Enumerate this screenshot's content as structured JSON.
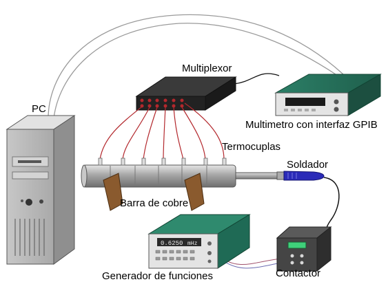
{
  "labels": {
    "pc": "PC",
    "multiplexor": "Multiplexor",
    "multimetro": "Multimetro con interfaz GPIB",
    "termocuplas": "Termocuplas",
    "soldador": "Soldador",
    "barra": "Barra de cobre",
    "generador": "Generador de funciones",
    "contactor": "Contactor"
  },
  "displays": {
    "generator_value": "0.6250",
    "generator_unit": "mHz"
  },
  "colors": {
    "thermocouple_wire": "#b3282d",
    "soldering_iron_handle": "#2b2bb8",
    "generator_panel": "#2f8a6e",
    "contactor_display": "#3fd07a"
  }
}
